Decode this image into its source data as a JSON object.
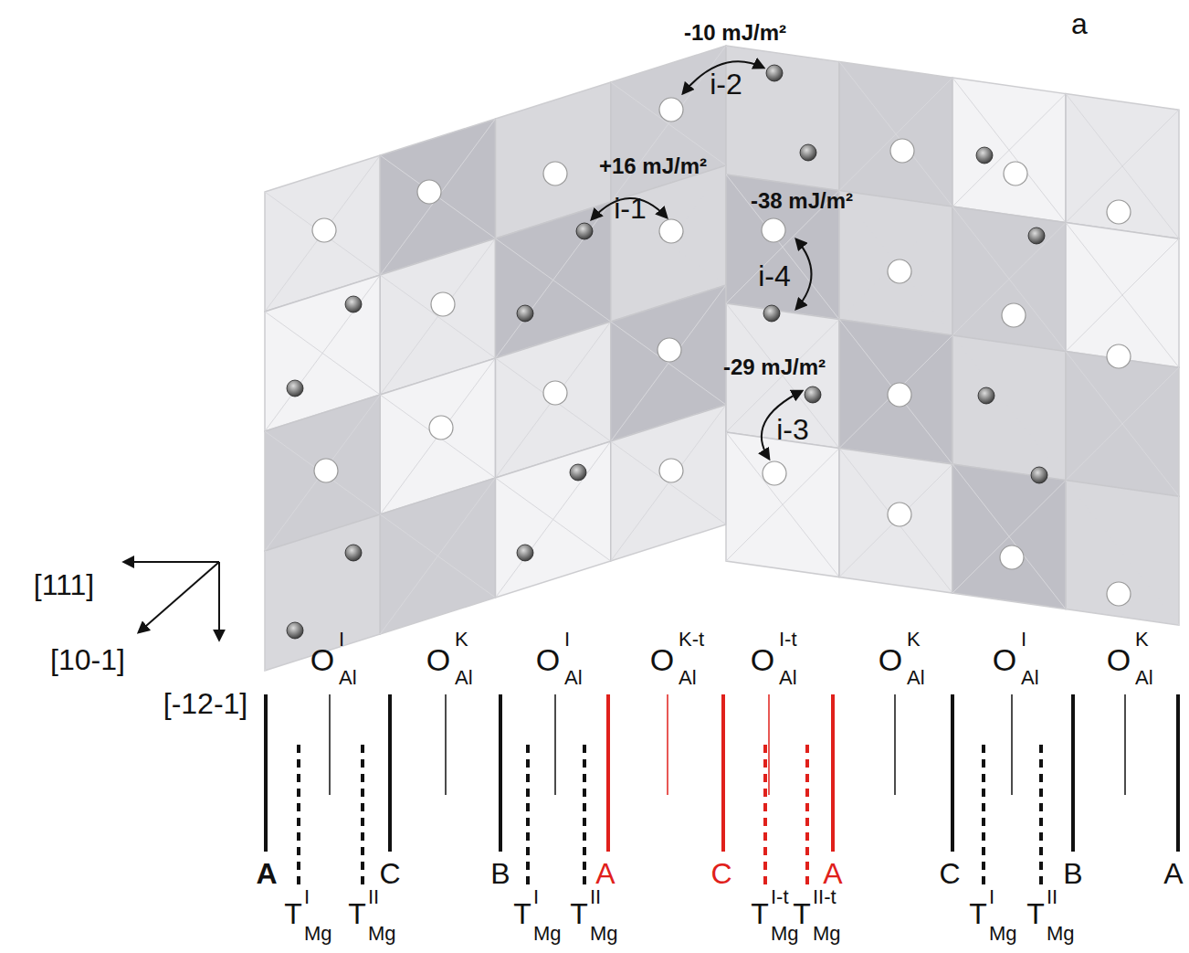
{
  "diagram": {
    "labels": [
      "a",
      "-10 mJ/m²",
      "i-2",
      "+16 mJ/m²",
      "i-1",
      "-38 mJ/m²",
      "i-4",
      "-29 mJ/m²",
      "i-3",
      "[111]",
      "[10-1]",
      "[-12-1]",
      "O",
      "I",
      "Al",
      "O",
      "K",
      "Al",
      "O",
      "I",
      "Al",
      "O",
      "K-t",
      "Al",
      "O",
      "I-t",
      "Al",
      "O",
      "K",
      "Al",
      "O",
      "I",
      "Al",
      "O",
      "K",
      "Al",
      "A",
      "C",
      "B",
      "A",
      "C",
      "A",
      "C",
      "B",
      "A",
      "T",
      "I",
      "Mg",
      "T",
      "II",
      "Mg",
      "T",
      "I",
      "Mg",
      "T",
      "II",
      "Mg",
      "T",
      "I-t",
      "Mg",
      "T",
      "II-t",
      "Mg",
      "T",
      "I",
      "Mg",
      "T",
      "II",
      "Mg"
    ]
  }
}
